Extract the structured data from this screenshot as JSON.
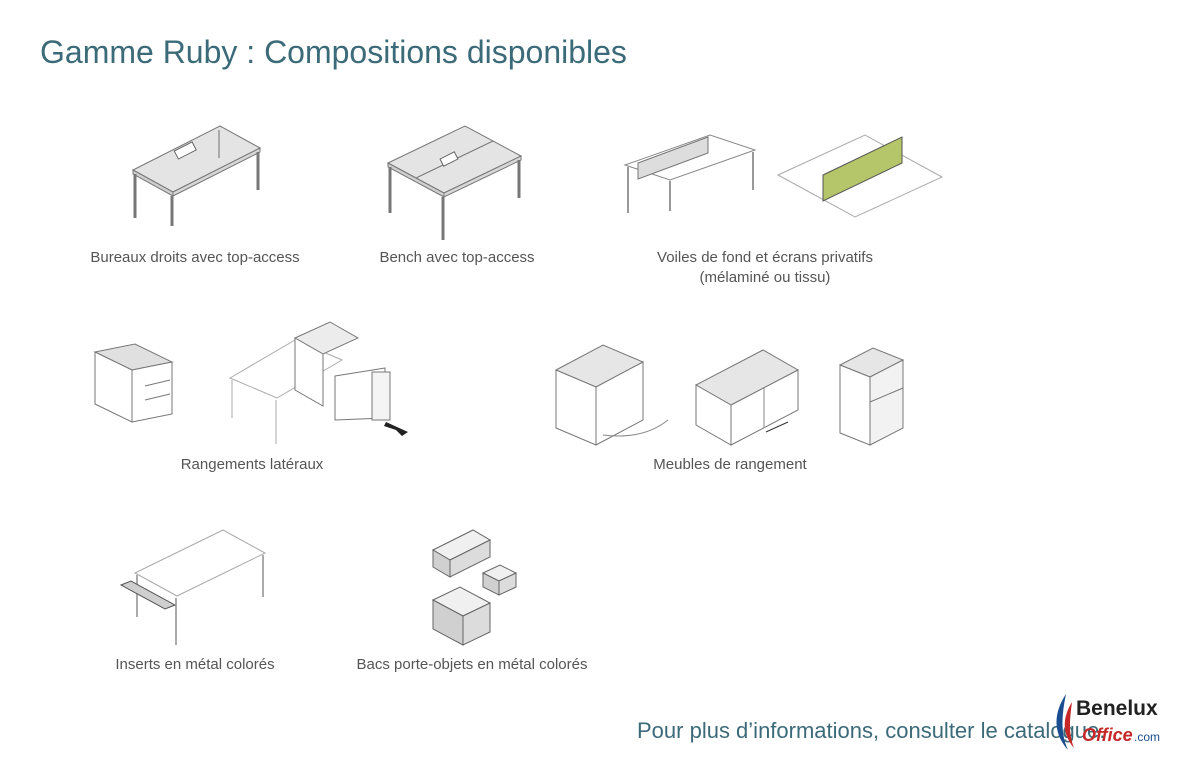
{
  "page": {
    "title": "Gamme Ruby : Compositions disponibles"
  },
  "items": [
    {
      "caption": "Bureaux droits avec top-access"
    },
    {
      "caption": "Bench avec top-access"
    },
    {
      "caption_line1": "Voiles de fond et écrans privatifs",
      "caption_line2": "(mélaminé ou tissu)"
    },
    {
      "caption": "Rangements latéraux"
    },
    {
      "caption": "Meubles de rangement"
    },
    {
      "caption": "Inserts en métal colorés"
    },
    {
      "caption": "Bacs porte-objets en métal colorés"
    }
  ],
  "footer": {
    "text": "Pour plus d’informations, consulter le catalogue."
  },
  "logo": {
    "line1": "Benelux",
    "line2": "Office",
    "suffix": ".com"
  },
  "colors": {
    "title": "#3b6a78",
    "screen": "#b5c56a",
    "logo_red": "#c62828",
    "logo_blue": "#1a4d8f"
  }
}
